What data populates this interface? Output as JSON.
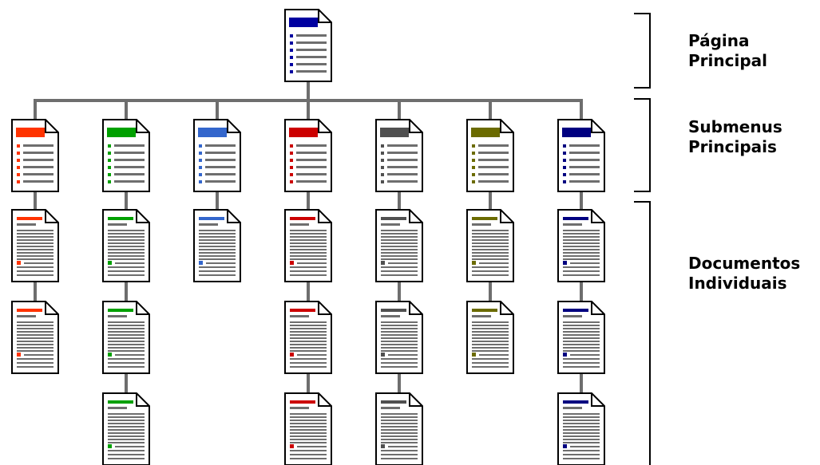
{
  "levels": [
    {
      "id": "home",
      "lines": [
        "Página",
        "Principal"
      ]
    },
    {
      "id": "submenus",
      "lines": [
        "Submenus",
        "Principais"
      ]
    },
    {
      "id": "documents",
      "lines": [
        "Documentos",
        "Individuais"
      ]
    }
  ],
  "home_page": {
    "accent": "#0000a0"
  },
  "branches": [
    {
      "accent": "#ff3300",
      "documents": 2
    },
    {
      "accent": "#00a000",
      "documents": 3
    },
    {
      "accent": "#3366cc",
      "documents": 1
    },
    {
      "accent": "#cc0000",
      "documents": 3
    },
    {
      "accent": "#505050",
      "documents": 3
    },
    {
      "accent": "#6b6b00",
      "documents": 2
    },
    {
      "accent": "#000080",
      "documents": 3
    }
  ],
  "colors": {
    "connector": "#6e6e6e",
    "text_line": "#6e6e6e",
    "page_outline": "#000000",
    "page_fill": "#ffffff"
  }
}
